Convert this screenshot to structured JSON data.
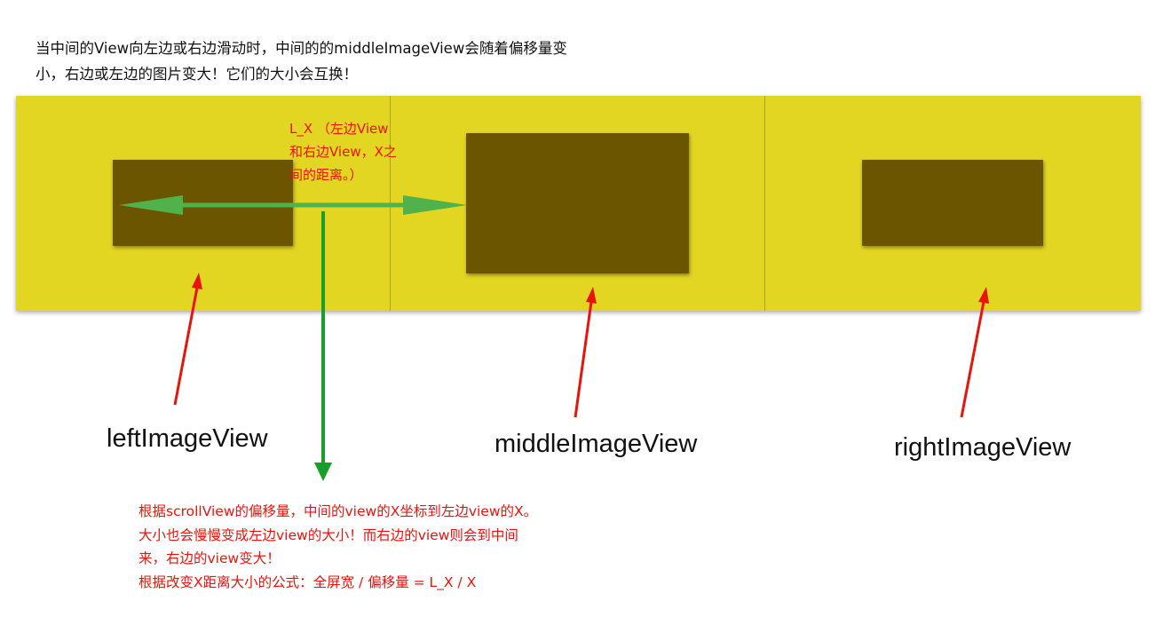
{
  "intro": {
    "line1": "当中间的View向左边或右边滑动时，中间的的middleImageView会随着偏移量变",
    "line2": "小，右边或左边的图片变大！它们的大小会互换！"
  },
  "views": {
    "left_label": "leftImageView",
    "middle_label": "middleImageView",
    "right_label": "rightImageView"
  },
  "lx_note": {
    "line1": "L_X （左边View",
    "line2": "和右边View，X之",
    "line3": "间的距离。）"
  },
  "explanation": {
    "line1": "根据scrollView的偏移量，中间的view的X坐标到左边view的X。",
    "line2": "大小也会慢慢变成左边view的大小！而右边的view则会到中间",
    "line3": "来，右边的view变大！",
    "line4": "根据改变X距离大小的公式：全屏宽 / 偏移量 = L_X / X"
  },
  "colors": {
    "strip": "#e3d623",
    "image": "#6c5500",
    "annotation_red": "#e8140c",
    "arrow_green": "#1a9e2a",
    "distance_arrow_green": "#4fb24a"
  }
}
